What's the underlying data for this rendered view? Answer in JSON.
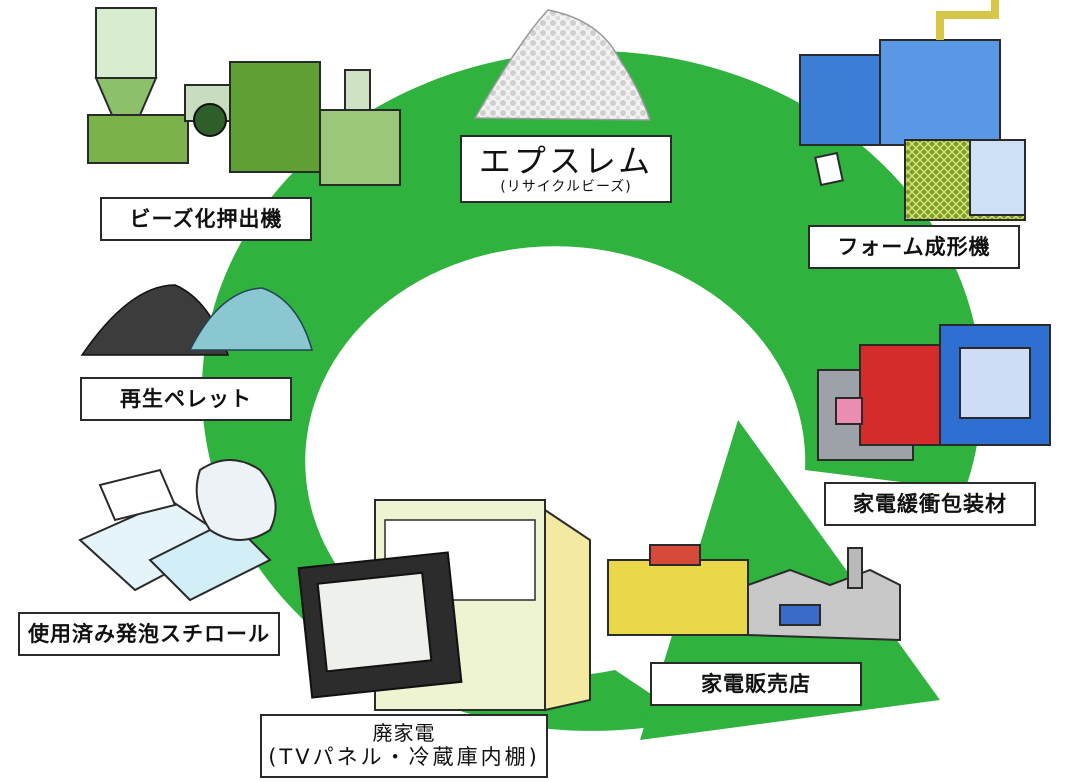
{
  "colors": {
    "cycle_ring": "#2fb23e",
    "label_border": "#2a2a2a",
    "machine_green": "#6fae3c",
    "machine_blue": "#2f6fd1",
    "packaging_red": "#d42b2b"
  },
  "cycle": {
    "center": {
      "title": "エプスレム",
      "subtitle": "(リサイクルビーズ)"
    },
    "steps": [
      {
        "id": "extruder",
        "label": "ビーズ化押出機",
        "icon": "extruder-machine-icon"
      },
      {
        "id": "foam",
        "label": "フォーム成形機",
        "icon": "foam-molding-machine-icon"
      },
      {
        "id": "packaging",
        "label": "家電緩衝包装材",
        "icon": "appliance-packaging-icon"
      },
      {
        "id": "store",
        "label": "家電販売店",
        "icon": "appliance-store-icon"
      },
      {
        "id": "waste",
        "label": "廃家電",
        "sublabel": "(TVパネル・冷蔵庫内棚)",
        "icon": "tv-and-refrigerator-icon"
      },
      {
        "id": "styrofoam",
        "label": "使用済み発泡スチロール",
        "icon": "used-styrofoam-icon"
      },
      {
        "id": "pellet",
        "label": "再生ペレット",
        "icon": "recycled-pellet-icon"
      }
    ]
  }
}
